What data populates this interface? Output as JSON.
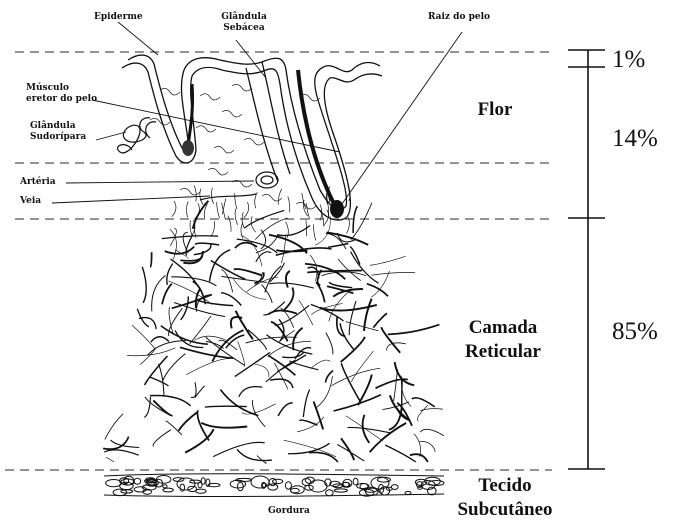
{
  "labels": {
    "epiderme": "Epiderme",
    "glandula_sebacea": [
      "Glândula",
      "Sebácea"
    ],
    "raiz_do_pelo": "Raiz do pelo",
    "musculo": [
      "Músculo",
      "eretor do pelo"
    ],
    "glandula_sudoripara": [
      "Glândula",
      "Sudorípara"
    ],
    "arteria": "Artéria",
    "veia": "Veia",
    "gordura": "Gordura"
  },
  "regions": {
    "flor": "Flor",
    "camada_reticular": [
      "Camada",
      "Reticular"
    ],
    "tecido_subcutaneo": [
      "Tecido",
      "Subcutâneo"
    ]
  },
  "scale": {
    "top": "1%",
    "middle": "14%",
    "bottom": "85%"
  },
  "colors": {
    "ink": "#111111",
    "dashed": "#555555",
    "background": "#ffffff"
  }
}
